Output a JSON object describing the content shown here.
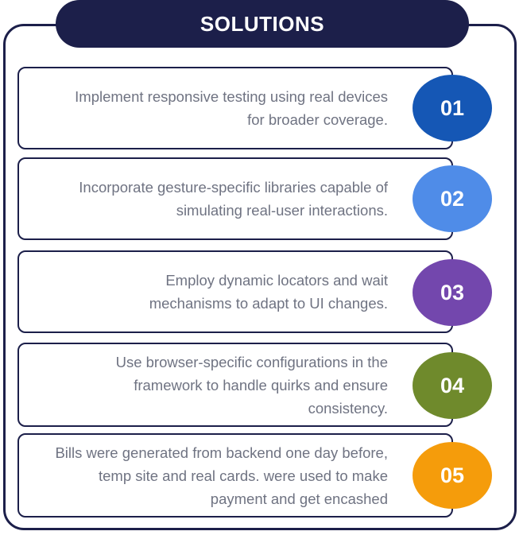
{
  "header": {
    "title": "SOLUTIONS"
  },
  "items": [
    {
      "number": "01",
      "color": "#1557b5",
      "text": "Implement responsive testing using real devices for broader coverage."
    },
    {
      "number": "02",
      "color": "#4f8ce8",
      "text": "Incorporate gesture-specific libraries capable of simulating real-user interactions."
    },
    {
      "number": "03",
      "color": "#7347ad",
      "text": "Employ dynamic locators and wait mechanisms to adapt to UI changes."
    },
    {
      "number": "04",
      "color": "#6f8a2c",
      "text": "Use browser-specific configurations in the framework to handle quirks and ensure consistency."
    },
    {
      "number": "05",
      "color": "#f59c0b",
      "text": "Bills were generated from backend one day before, temp site and real cards. were used to make payment and get encashed"
    }
  ]
}
